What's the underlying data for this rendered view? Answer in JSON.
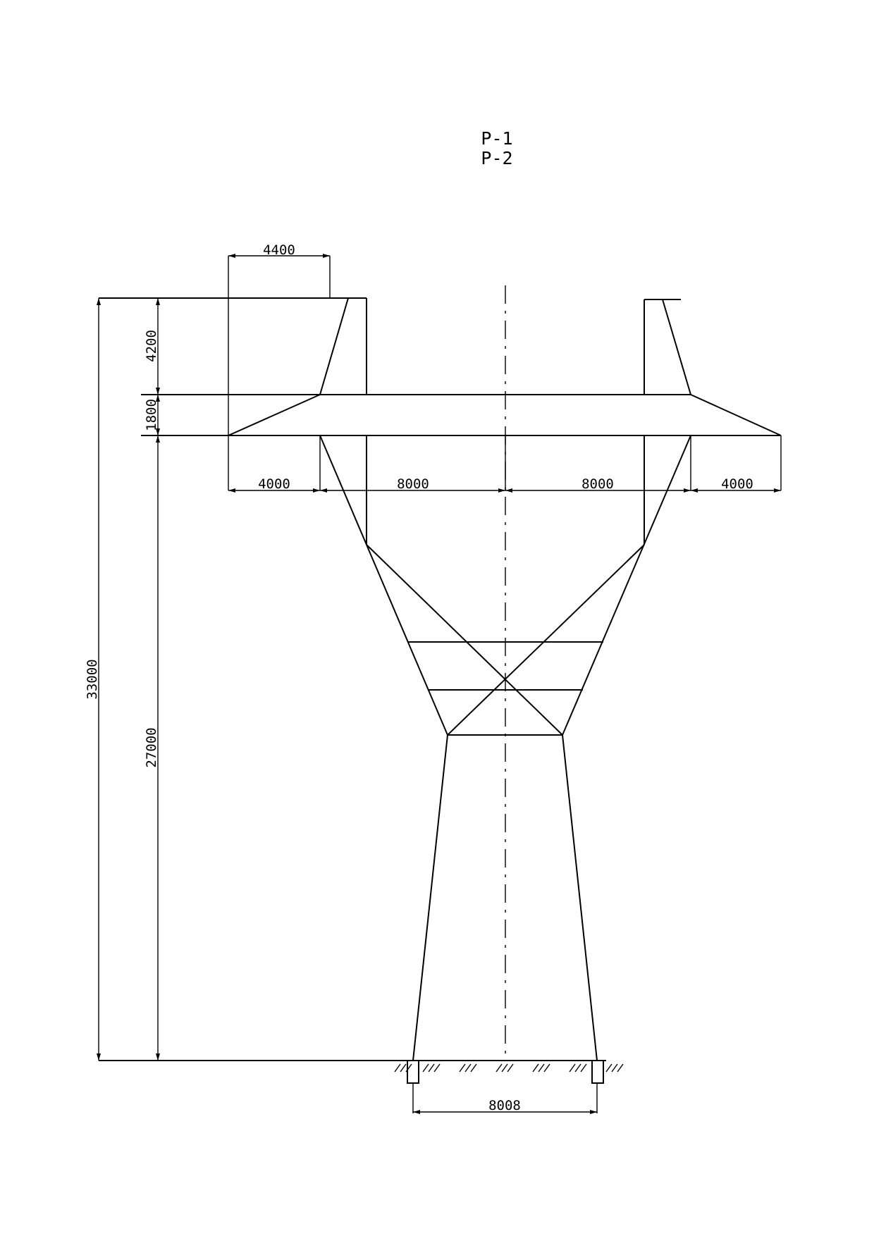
{
  "titles": [
    "P-1",
    "P-2"
  ],
  "dimensions": {
    "crossarm_top_width": "4400",
    "peak_height": "4200",
    "crossarm_depth": "1800",
    "body_height": "27000",
    "total_height": "33000",
    "left_overhang": "4000",
    "left_half_span": "8000",
    "right_half_span": "8000",
    "right_overhang": "4000",
    "base_width": "8008"
  }
}
